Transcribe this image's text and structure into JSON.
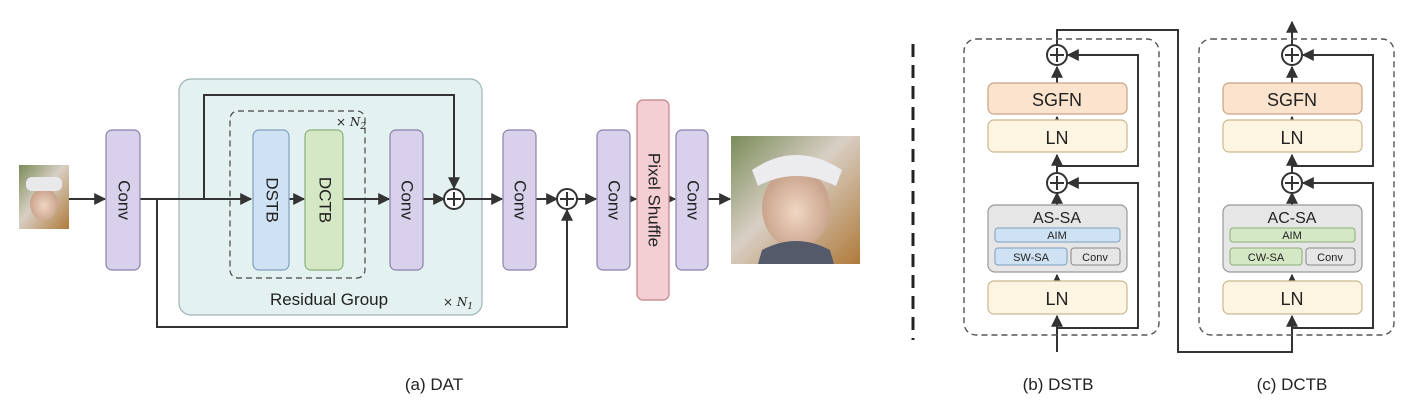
{
  "dat": {
    "conv_label": "Conv",
    "dstb_label": "DSTB",
    "dctb_label": "DCTB",
    "pixel_shuffle_label": "Pixel Shuffle",
    "residual_group_label": "Residual Group",
    "n2_label": "× N",
    "n2_sub": "2",
    "n1_label": "× N",
    "n1_sub": "1",
    "caption": "(a) DAT"
  },
  "dstb": {
    "sgfn_label": "SGFN",
    "ln_label": "LN",
    "attention_label": "AS-SA",
    "aim_label": "AIM",
    "window_sa_label": "SW-SA",
    "conv_label": "Conv",
    "caption": "(b) DSTB"
  },
  "dctb": {
    "sgfn_label": "SGFN",
    "ln_label": "LN",
    "attention_label": "AC-SA",
    "aim_label": "AIM",
    "channel_sa_label": "CW-SA",
    "conv_label": "Conv",
    "caption": "(c) DCTB"
  },
  "colors": {
    "conv": "#d9d1ec",
    "dstb": "#cfe2f3",
    "dctb": "#d4e8c6",
    "pixel_shuffle": "#f3cfd3",
    "residual_group": "#e3f1f1",
    "sgfn": "#fbe3cd",
    "ln": "#fdf4e1",
    "attention": "#e6e6e6",
    "line": "#333333"
  }
}
